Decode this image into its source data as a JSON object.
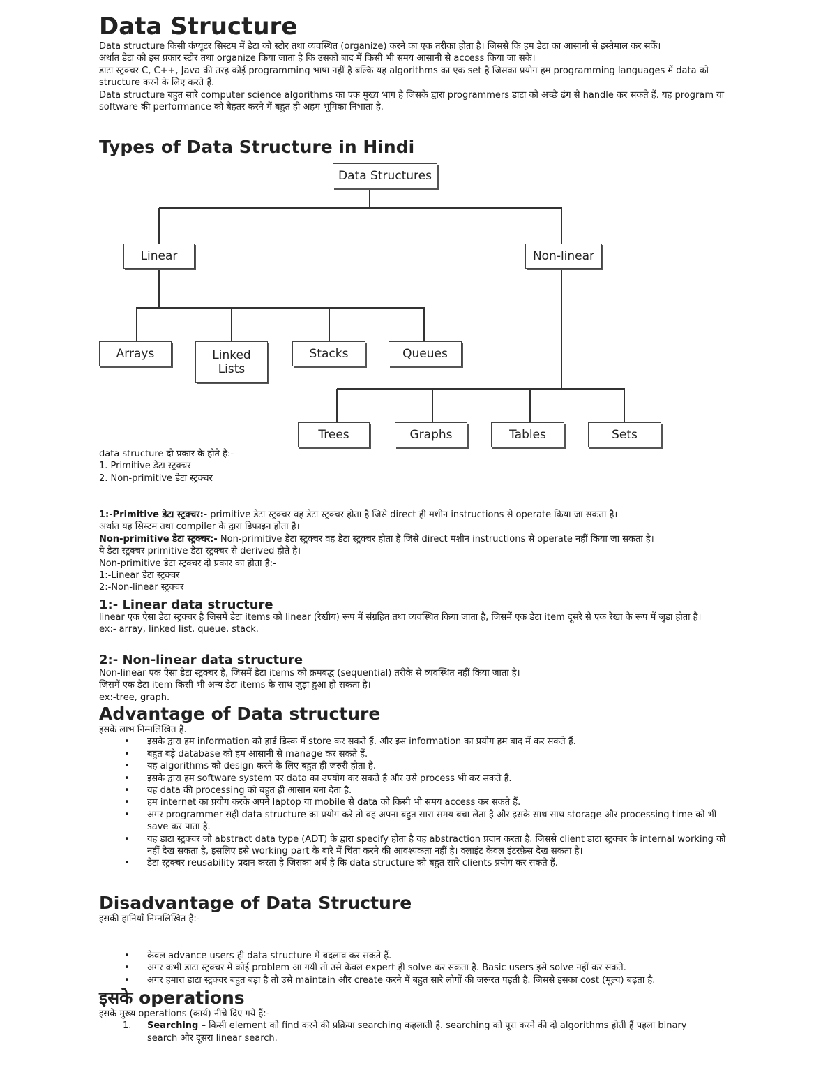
{
  "title": "Data Structure",
  "intro": [
    "Data structure किसी कंप्यूटर सिस्टम में डेटा को स्टोर तथा व्यवस्थित (organize) करने का एक तरीका होता है। जिससे कि हम डेटा का आसानी से इस्तेमाल कर सकें।",
    "अर्थात डेटा को इस प्रकार स्टोर तथा organize किया जाता है कि उसको बाद में किसी भी समय आसानी से access किया जा सके।",
    "डाटा स्ट्रक्चर C, C++, Java की तरह कोई programming भाषा नहीं है बल्कि यह algorithms का एक set है जिसका प्रयोग हम programming languages में data को structure करने के लिए करते हैं.",
    "Data structure बहुत सारे computer science algorithms का एक मुख्य भाग है जिसके द्वारा programmers डाटा को अच्छे ढंग से handle कर सकते हैं. यह program या software की performance को बेहतर करने में बहुत ही अहम भूमिका निभाता है."
  ],
  "types_heading": "Types of Data Structure in Hindi",
  "diagram": {
    "root": "Data Structures",
    "linear": "Linear",
    "nonlinear": "Non-linear",
    "linear_children": [
      "Arrays",
      "Linked Lists",
      "Stacks",
      "Queues"
    ],
    "nonlinear_children": [
      "Trees",
      "Graphs",
      "Tables",
      "Sets"
    ]
  },
  "kinds": [
    "data structure दो प्रकार के होते है:-",
    "1. Primitive डेटा स्ट्रक्चर",
    "2. Non-primitive डेटा स्ट्रक्चर"
  ],
  "primitive": {
    "label": "1:-Primitive डेटा स्ट्रक्चर:-",
    "text": " primitive डेटा स्ट्रक्चर वह डेटा स्ट्रक्चर होता है जिसे direct ही मशीन instructions से operate किया जा सकता है।",
    "line2": "अर्थात यह सिस्टम तथा compiler के द्वारा डिफाइन होता है।"
  },
  "nonprimitive": {
    "label": "Non-primitive डेटा स्ट्रक्चर:-",
    "text": " Non-primitive डेटा स्ट्रक्चर वह डेटा स्ट्रक्चर होता है जिसे direct मशीन instructions से operate नहीं किया जा सकता है।",
    "lines": [
      "ये डेटा स्ट्रक्चर primitive डेटा स्ट्रक्चर से derived होते है।",
      "Non-primitive डेटा स्ट्रक्चर दो प्रकार का होता है:-",
      "1:-Linear डेटा स्ट्रक्चर",
      "2:-Non-linear स्ट्रक्चर"
    ]
  },
  "linear_section": {
    "heading": "1:- Linear data structure",
    "lines": [
      "linear एक ऐसा डेटा स्ट्रक्चर है जिसमें डेटा items को linear (रेखीय) रूप में संग्रहित तथा व्यवस्थित किया जाता है, जिसमें एक डेटा item दूसरे से एक रेखा के रूप में जुड़ा होता है।",
      "ex:- array, linked list, queue, stack."
    ]
  },
  "nonlinear_section": {
    "heading": "2:- Non-linear data structure",
    "lines": [
      "Non-linear एक ऐसा डेटा स्ट्रक्चर है, जिसमें डेटा items को क्रमबद्ध (sequential) तरीके से व्यवस्थित नहीं किया जाता है।",
      "जिसमें एक डेटा item किसी भी अन्य डेटा items के साथ जुड़ा हुआ हो सकता है।",
      "ex:-tree, graph."
    ]
  },
  "advantage": {
    "heading": "Advantage of Data structure",
    "sub": "इसके लाभ निम्नलिखित हैं.",
    "items": [
      "इसके द्वारा हम information को हार्ड डिस्क में store कर सकते हैं. और इस information का प्रयोग हम बाद में कर सकते हैं.",
      "बहुत बड़े database को हम आसानी से manage कर सकते हैं.",
      "यह algorithms को design करने के लिए बहुत ही जरुरी होता है.",
      "इसके द्वारा हम software system पर data का उपयोग कर सकते है और उसे process भी कर सकते हैं.",
      "यह data की processing को बहुत ही आसान बना देता है.",
      "हम internet का प्रयोग करके अपने laptop या mobile से data को किसी भी समय access कर सकते हैं.",
      "अगर programmer सही data structure का प्रयोग करे तो वह अपना बहुत सारा समय बचा लेता है और इसके साथ साथ storage और processing time को भी save कर पाता है.",
      "यह डाटा स्ट्रक्चर जो abstract data type (ADT) के द्वारा specify होता है वह abstraction प्रदान करता है. जिससे client डाटा स्ट्रक्चर के internal working को नहीं देख सकता है, इसलिए इसे working part के बारे में चिंता करने की आवश्यकता नहीं है। क्लाइंट केवल इंटरफ़ेस देख सकता है।",
      "डेटा स्ट्रक्चर reusability प्रदान करता है जिसका अर्थ है कि data structure को बहुत सारे clients प्रयोग कर सकते हैं."
    ],
    "bullet": "•"
  },
  "disadvantage": {
    "heading": "Disadvantage of Data Structure",
    "sub": "इसकी हानियाँ निम्नलिखित हैं:-",
    "items": [
      "केवल advance users ही data structure में बदलाव कर सकते हैं.",
      "अगर कभी डाटा स्ट्रक्चर में कोई problem आ गयी तो उसे केवल expert ही solve कर सकता है. Basic users इसे solve नहीं कर सकते.",
      "अगर हमारा डाटा स्ट्रक्चर बहुत बड़ा है तो उसे maintain और create करने में बहुत सारे लोगों की जरूरत पड़ती है. जिससे इसका cost (मूल्य) बढ़ता है."
    ]
  },
  "operations": {
    "heading": "इसके operations",
    "sub": "इसके मुख्य operations (कार्य) नीचे दिए गये हैं:-",
    "items": [
      {
        "num": "1.",
        "term": "Searching",
        "text": " – किसी element को find करने की प्रक्रिया searching कहलाती है. searching को पूरा करने की दो algorithms होती हैं पहला binary search और दूसरा linear search."
      }
    ]
  }
}
